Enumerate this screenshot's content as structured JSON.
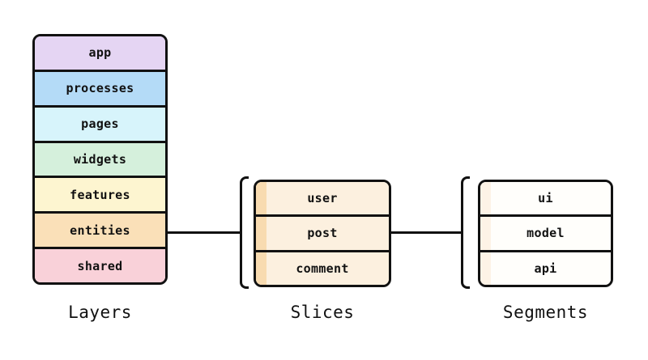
{
  "diagram": {
    "layers": {
      "caption": "Layers",
      "rows": [
        {
          "label": "app"
        },
        {
          "label": "processes"
        },
        {
          "label": "pages"
        },
        {
          "label": "widgets"
        },
        {
          "label": "features"
        },
        {
          "label": "entities"
        },
        {
          "label": "shared"
        }
      ]
    },
    "slices": {
      "caption": "Slices",
      "rows": [
        {
          "label": "user"
        },
        {
          "label": "post"
        },
        {
          "label": "comment"
        }
      ]
    },
    "segments": {
      "caption": "Segments",
      "rows": [
        {
          "label": "ui"
        },
        {
          "label": "model"
        },
        {
          "label": "api"
        }
      ]
    }
  },
  "palette": {
    "outline": "#111111",
    "app": "#e5d5f3",
    "processes": "#b4dbf7",
    "pages": "#d7f4fb",
    "widgets": "#d5f0dc",
    "features": "#fdf5d0",
    "entities": "#fae0b8",
    "shared": "#f9d1d9",
    "slice_stripe": "#f8dbb0",
    "slice_fill": "#fcf0df",
    "segment_stripe": "#fdf3e6",
    "segment_fill": "#fffefb"
  }
}
